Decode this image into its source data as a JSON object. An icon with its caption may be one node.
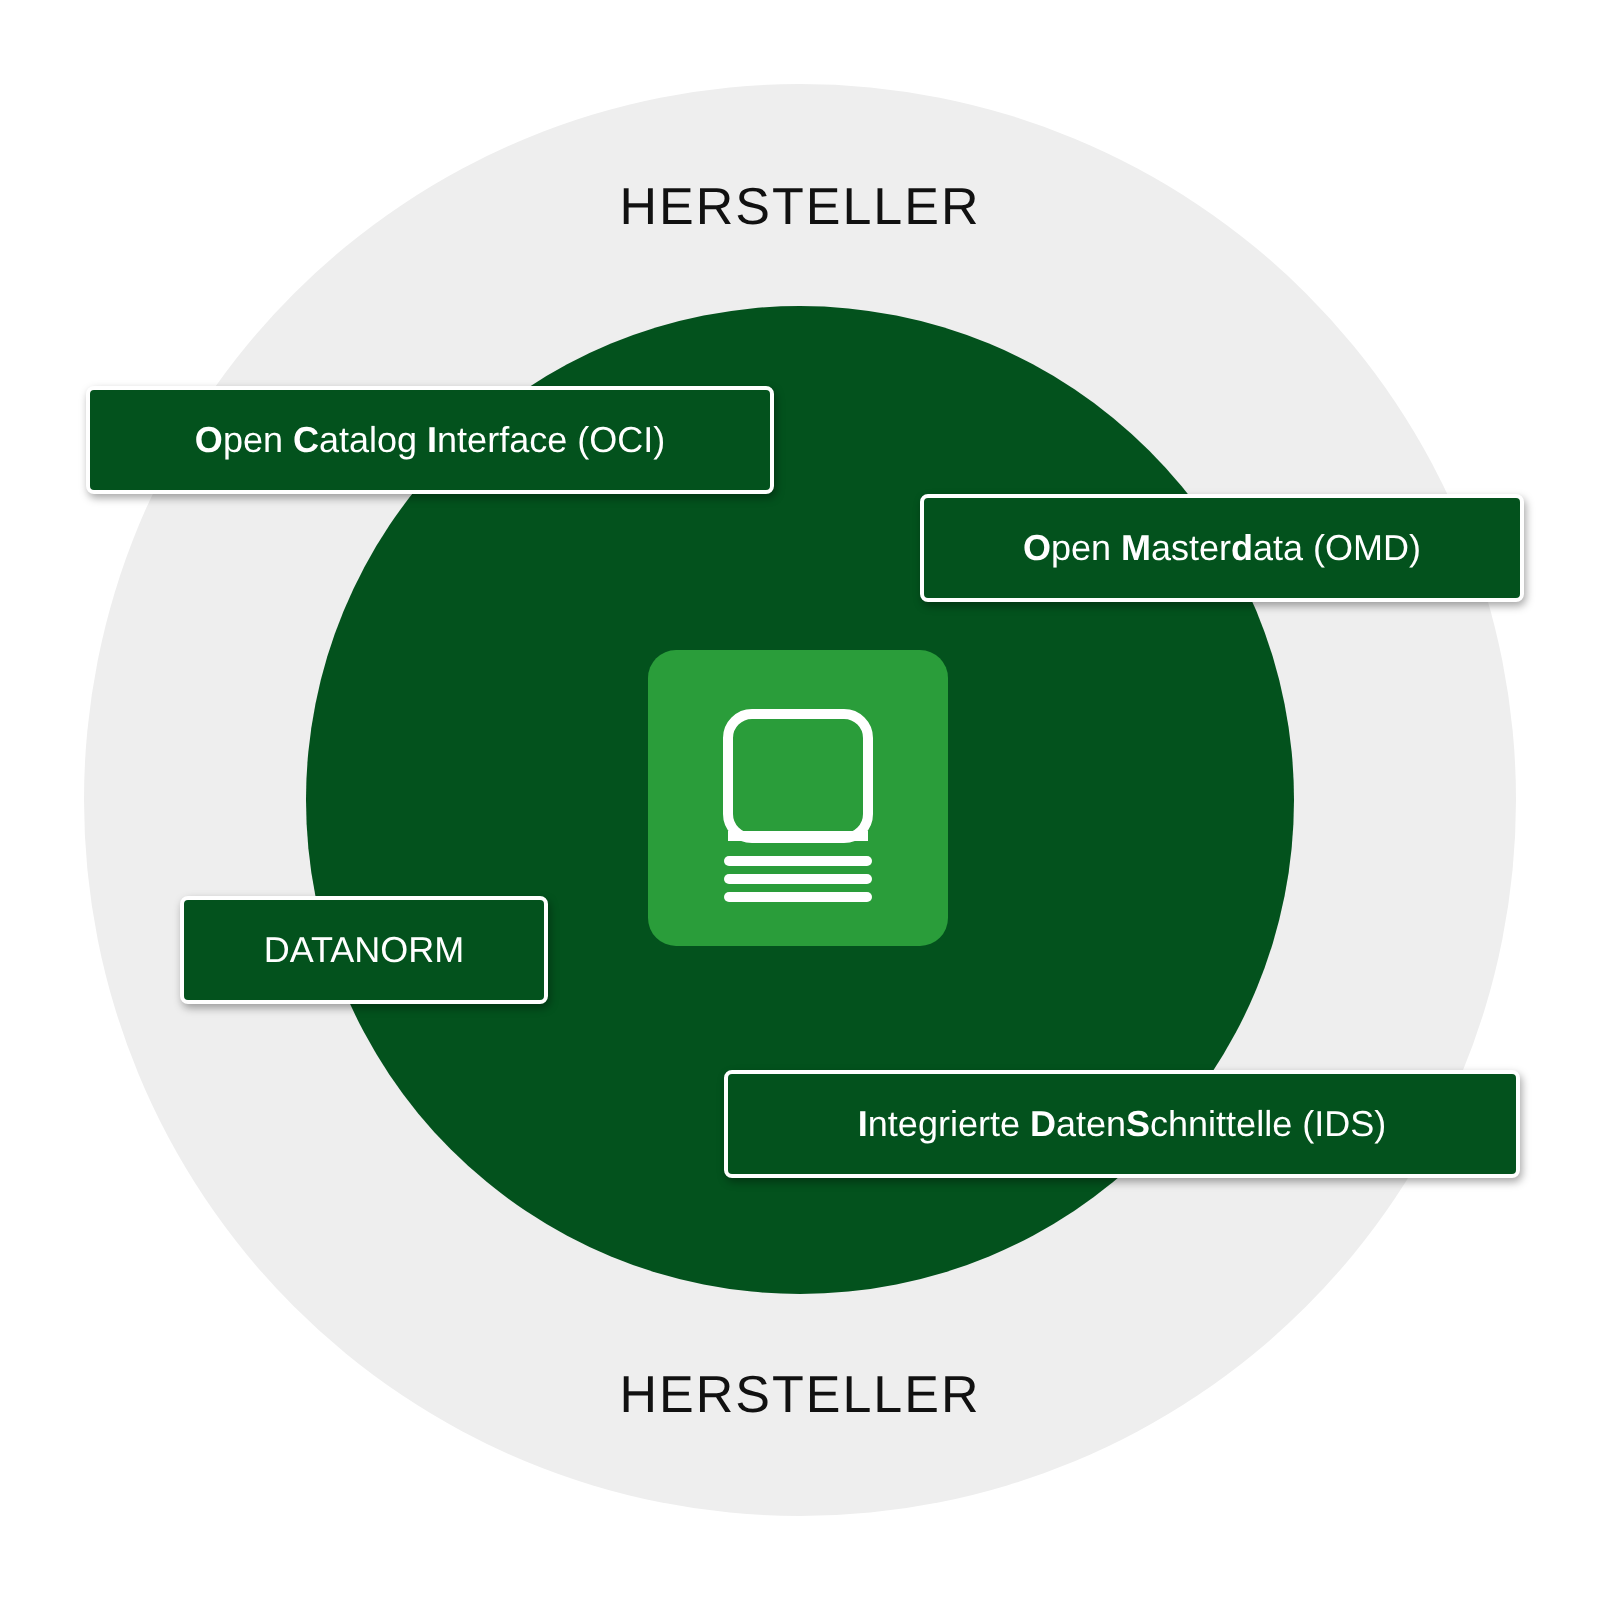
{
  "diagram": {
    "nodes": [
      {
        "text": [
          "HERSTELLER",
          "HERSTELLER"
        ]
      },
      {
        "text": [],
        "shape": "circle",
        "in": 0
      },
      {
        "text": [
          "**O**pen **C**atalog **I**nterface (OCI)"
        ],
        "in": 0
      },
      {
        "text": [
          "**O**pen **M**aster**d**ata (OMD)"
        ],
        "in": 0
      },
      {
        "text": [
          "DATANORM"
        ],
        "in": 0
      },
      {
        "text": [
          "**I**ntegrierte **D**aten**S**chnittelle (IDS)"
        ],
        "in": 0
      }
    ]
  }
}
